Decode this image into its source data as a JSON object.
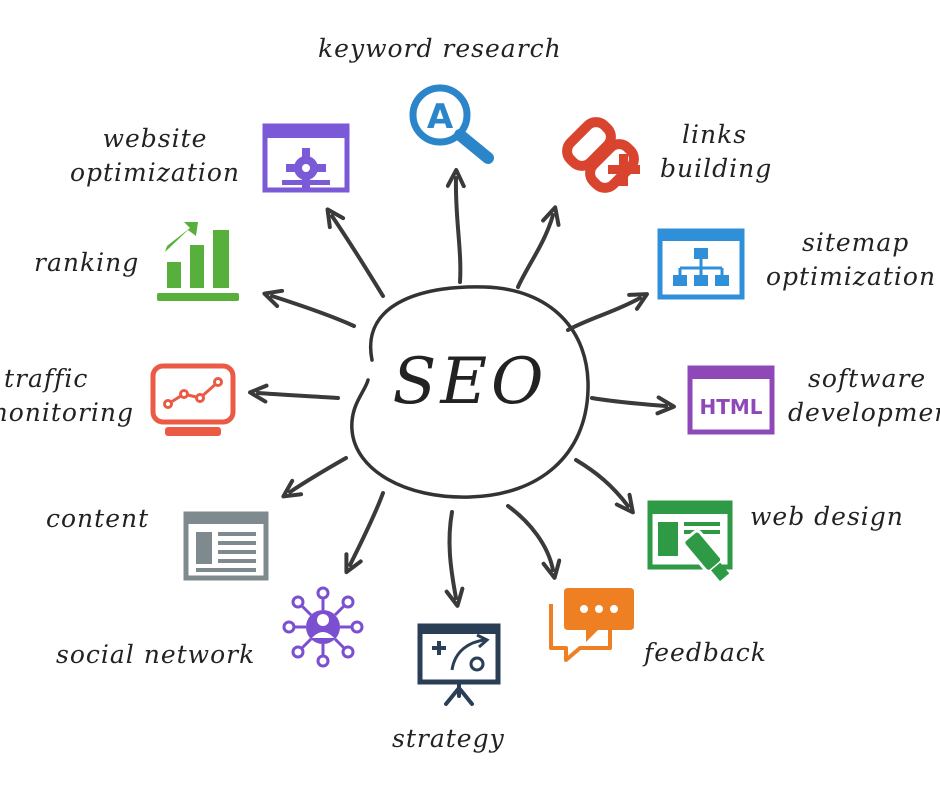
{
  "center": {
    "label": "SEO"
  },
  "nodes": {
    "keyword_research": {
      "label": "keyword research",
      "icon": "magnifier-a-icon",
      "color": "#2a86c8"
    },
    "links_building": {
      "label_1": "links",
      "label_2": "building",
      "icon": "chain-link-plus-icon",
      "color": "#d9442f"
    },
    "sitemap_optimization": {
      "label_1": "sitemap",
      "label_2": "optimization",
      "icon": "sitemap-icon",
      "color": "#2f8fd8"
    },
    "software_development": {
      "label_1": "software",
      "label_2": "development",
      "icon": "html-window-icon",
      "icon_text": "HTML",
      "color": "#8e48b8"
    },
    "web_design": {
      "label": "web design",
      "icon": "web-design-icon",
      "color": "#2f9a46"
    },
    "feedback": {
      "label": "feedback",
      "icon": "speech-bubbles-icon",
      "color": "#ee7f22"
    },
    "strategy": {
      "label": "strategy",
      "icon": "strategy-board-icon",
      "color": "#2a3e55"
    },
    "social_network": {
      "label": "social network",
      "icon": "social-network-icon",
      "color": "#7a4fd0"
    },
    "content": {
      "label": "content",
      "icon": "content-page-icon",
      "color": "#7f8a8e"
    },
    "traffic_monitoring": {
      "label_1": "traffic",
      "label_2": "monitoring",
      "icon": "monitor-graph-icon",
      "color": "#eb5a45"
    },
    "ranking": {
      "label": "ranking",
      "icon": "bar-chart-icon",
      "color": "#58b03c"
    },
    "website_optimization": {
      "label_1": "website",
      "label_2": "optimization",
      "icon": "window-gear-icon",
      "color": "#7b5ad8"
    }
  }
}
